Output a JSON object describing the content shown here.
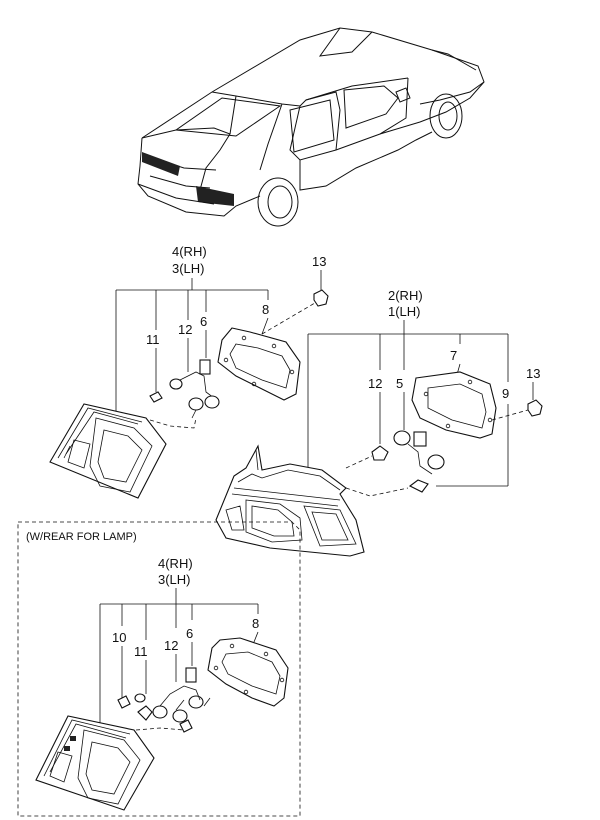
{
  "callouts": {
    "upper_left": {
      "rh": "4(RH)",
      "lh": "3(LH)",
      "n11": "11",
      "n12": "12",
      "n6": "6",
      "n8": "8"
    },
    "upper_right_nut": "13",
    "right": {
      "rh": "2(RH)",
      "lh": "1(LH)",
      "n12": "12",
      "n5": "5",
      "n7": "7",
      "n9": "9",
      "n13": "13"
    },
    "inset": {
      "title": "(W/REAR FOR LAMP)",
      "rh": "4(RH)",
      "lh": "3(LH)",
      "n10": "10",
      "n11": "11",
      "n12": "12",
      "n6": "6",
      "n8": "8"
    }
  }
}
